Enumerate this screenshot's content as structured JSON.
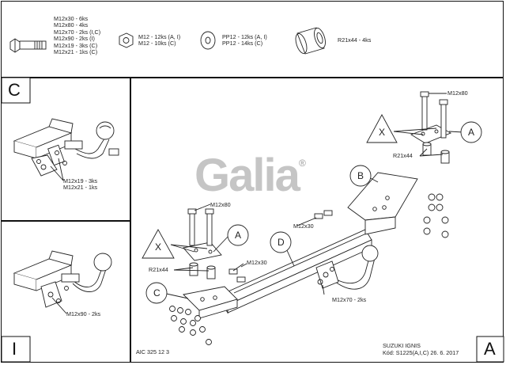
{
  "parts": {
    "bolts": [
      "M12x30 - 6ks",
      "M12x80 - 4ks",
      "M12x70 - 2ks (I,C)",
      "M12x90 - 2ks (I)",
      "M12x19 - 3ks (C)",
      "M12x21 - 1ks (C)"
    ],
    "nuts": [
      "M12 - 12ks (A, I)",
      "M12 - 10ks (C)"
    ],
    "washers": [
      "PP12 - 12ks (A, I)",
      "PP12 - 14ks (C)"
    ],
    "tube": "R21x44 - 4ks"
  },
  "panel_c": {
    "letter": "C",
    "bolt_labels": [
      "M12x19 - 3ks",
      "M12x21 - 1ks"
    ]
  },
  "panel_i": {
    "letter": "I",
    "bolt_label": "M12x90 - 2ks"
  },
  "main": {
    "watermark": "Galia",
    "watermark_mark": "®",
    "label_m12x80_top": "M12x80",
    "label_r21x44_top": "R21x44",
    "label_m12x30_mid": "M12x30",
    "label_m12x80_left": "M12x80",
    "label_r21x44_left": "R21x44",
    "label_m12x30_low": "M12x30",
    "label_m12x70": "M12x70 - 2ks",
    "callout_x_right": "X",
    "callout_a_right": "A",
    "callout_b": "B",
    "callout_x_left": "X",
    "callout_a_left": "A",
    "callout_d": "D",
    "callout_c": "C"
  },
  "footer": {
    "code": "AIC 325 12 3",
    "vehicle": "SUZUKI IGNIS",
    "kod": "Kód: S1225(A,I,C)  26. 6. 2017",
    "corner_letter": "A"
  }
}
